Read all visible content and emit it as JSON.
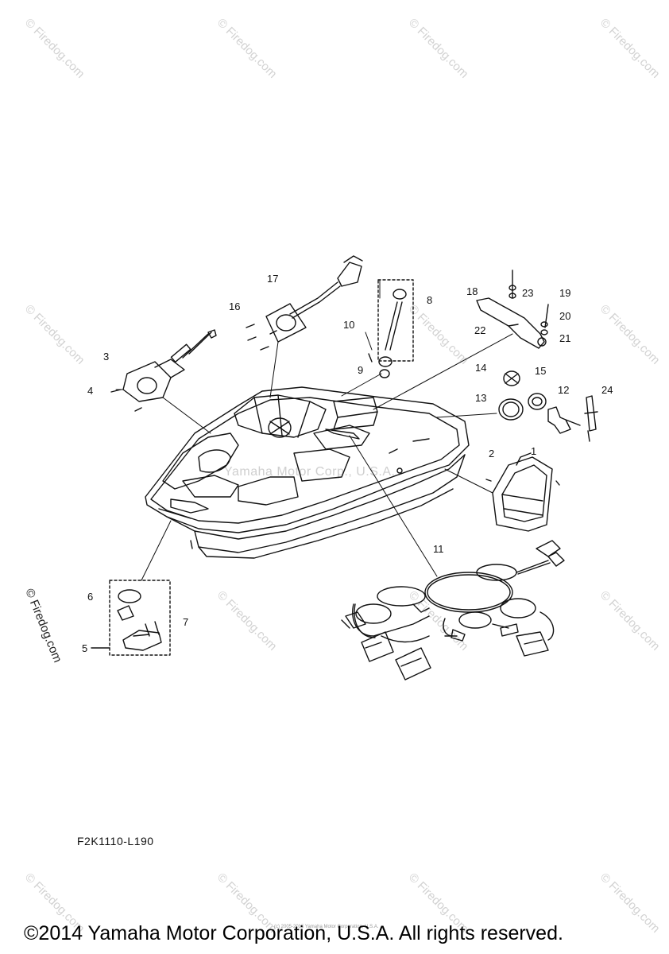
{
  "watermark": "© Firedog.com",
  "diagram_watermark": "Yamaha Motor Corp., U.S.A.",
  "part_code": "F2K1110-L190",
  "copyright": "©2014 Yamaha Motor Corporation, U.S.A. All rights reserved.",
  "small_copyright": "(c) 2005-2015 Yamaha Motor Corporation, U.S.A.",
  "callouts": [
    {
      "id": "1",
      "label": "1"
    },
    {
      "id": "2",
      "label": "2"
    },
    {
      "id": "3",
      "label": "3"
    },
    {
      "id": "4",
      "label": "4"
    },
    {
      "id": "5",
      "label": "5"
    },
    {
      "id": "6",
      "label": "6"
    },
    {
      "id": "7",
      "label": "7"
    },
    {
      "id": "8",
      "label": "8"
    },
    {
      "id": "9",
      "label": "9"
    },
    {
      "id": "10",
      "label": "10"
    },
    {
      "id": "11",
      "label": "11"
    },
    {
      "id": "12",
      "label": "12"
    },
    {
      "id": "13",
      "label": "13"
    },
    {
      "id": "14",
      "label": "14"
    },
    {
      "id": "15",
      "label": "15"
    },
    {
      "id": "16",
      "label": "16"
    },
    {
      "id": "17",
      "label": "17"
    },
    {
      "id": "18",
      "label": "18"
    },
    {
      "id": "19",
      "label": "19"
    },
    {
      "id": "20",
      "label": "20"
    },
    {
      "id": "21",
      "label": "21"
    },
    {
      "id": "22",
      "label": "22"
    },
    {
      "id": "23",
      "label": "23"
    },
    {
      "id": "24",
      "label": "24"
    }
  ]
}
